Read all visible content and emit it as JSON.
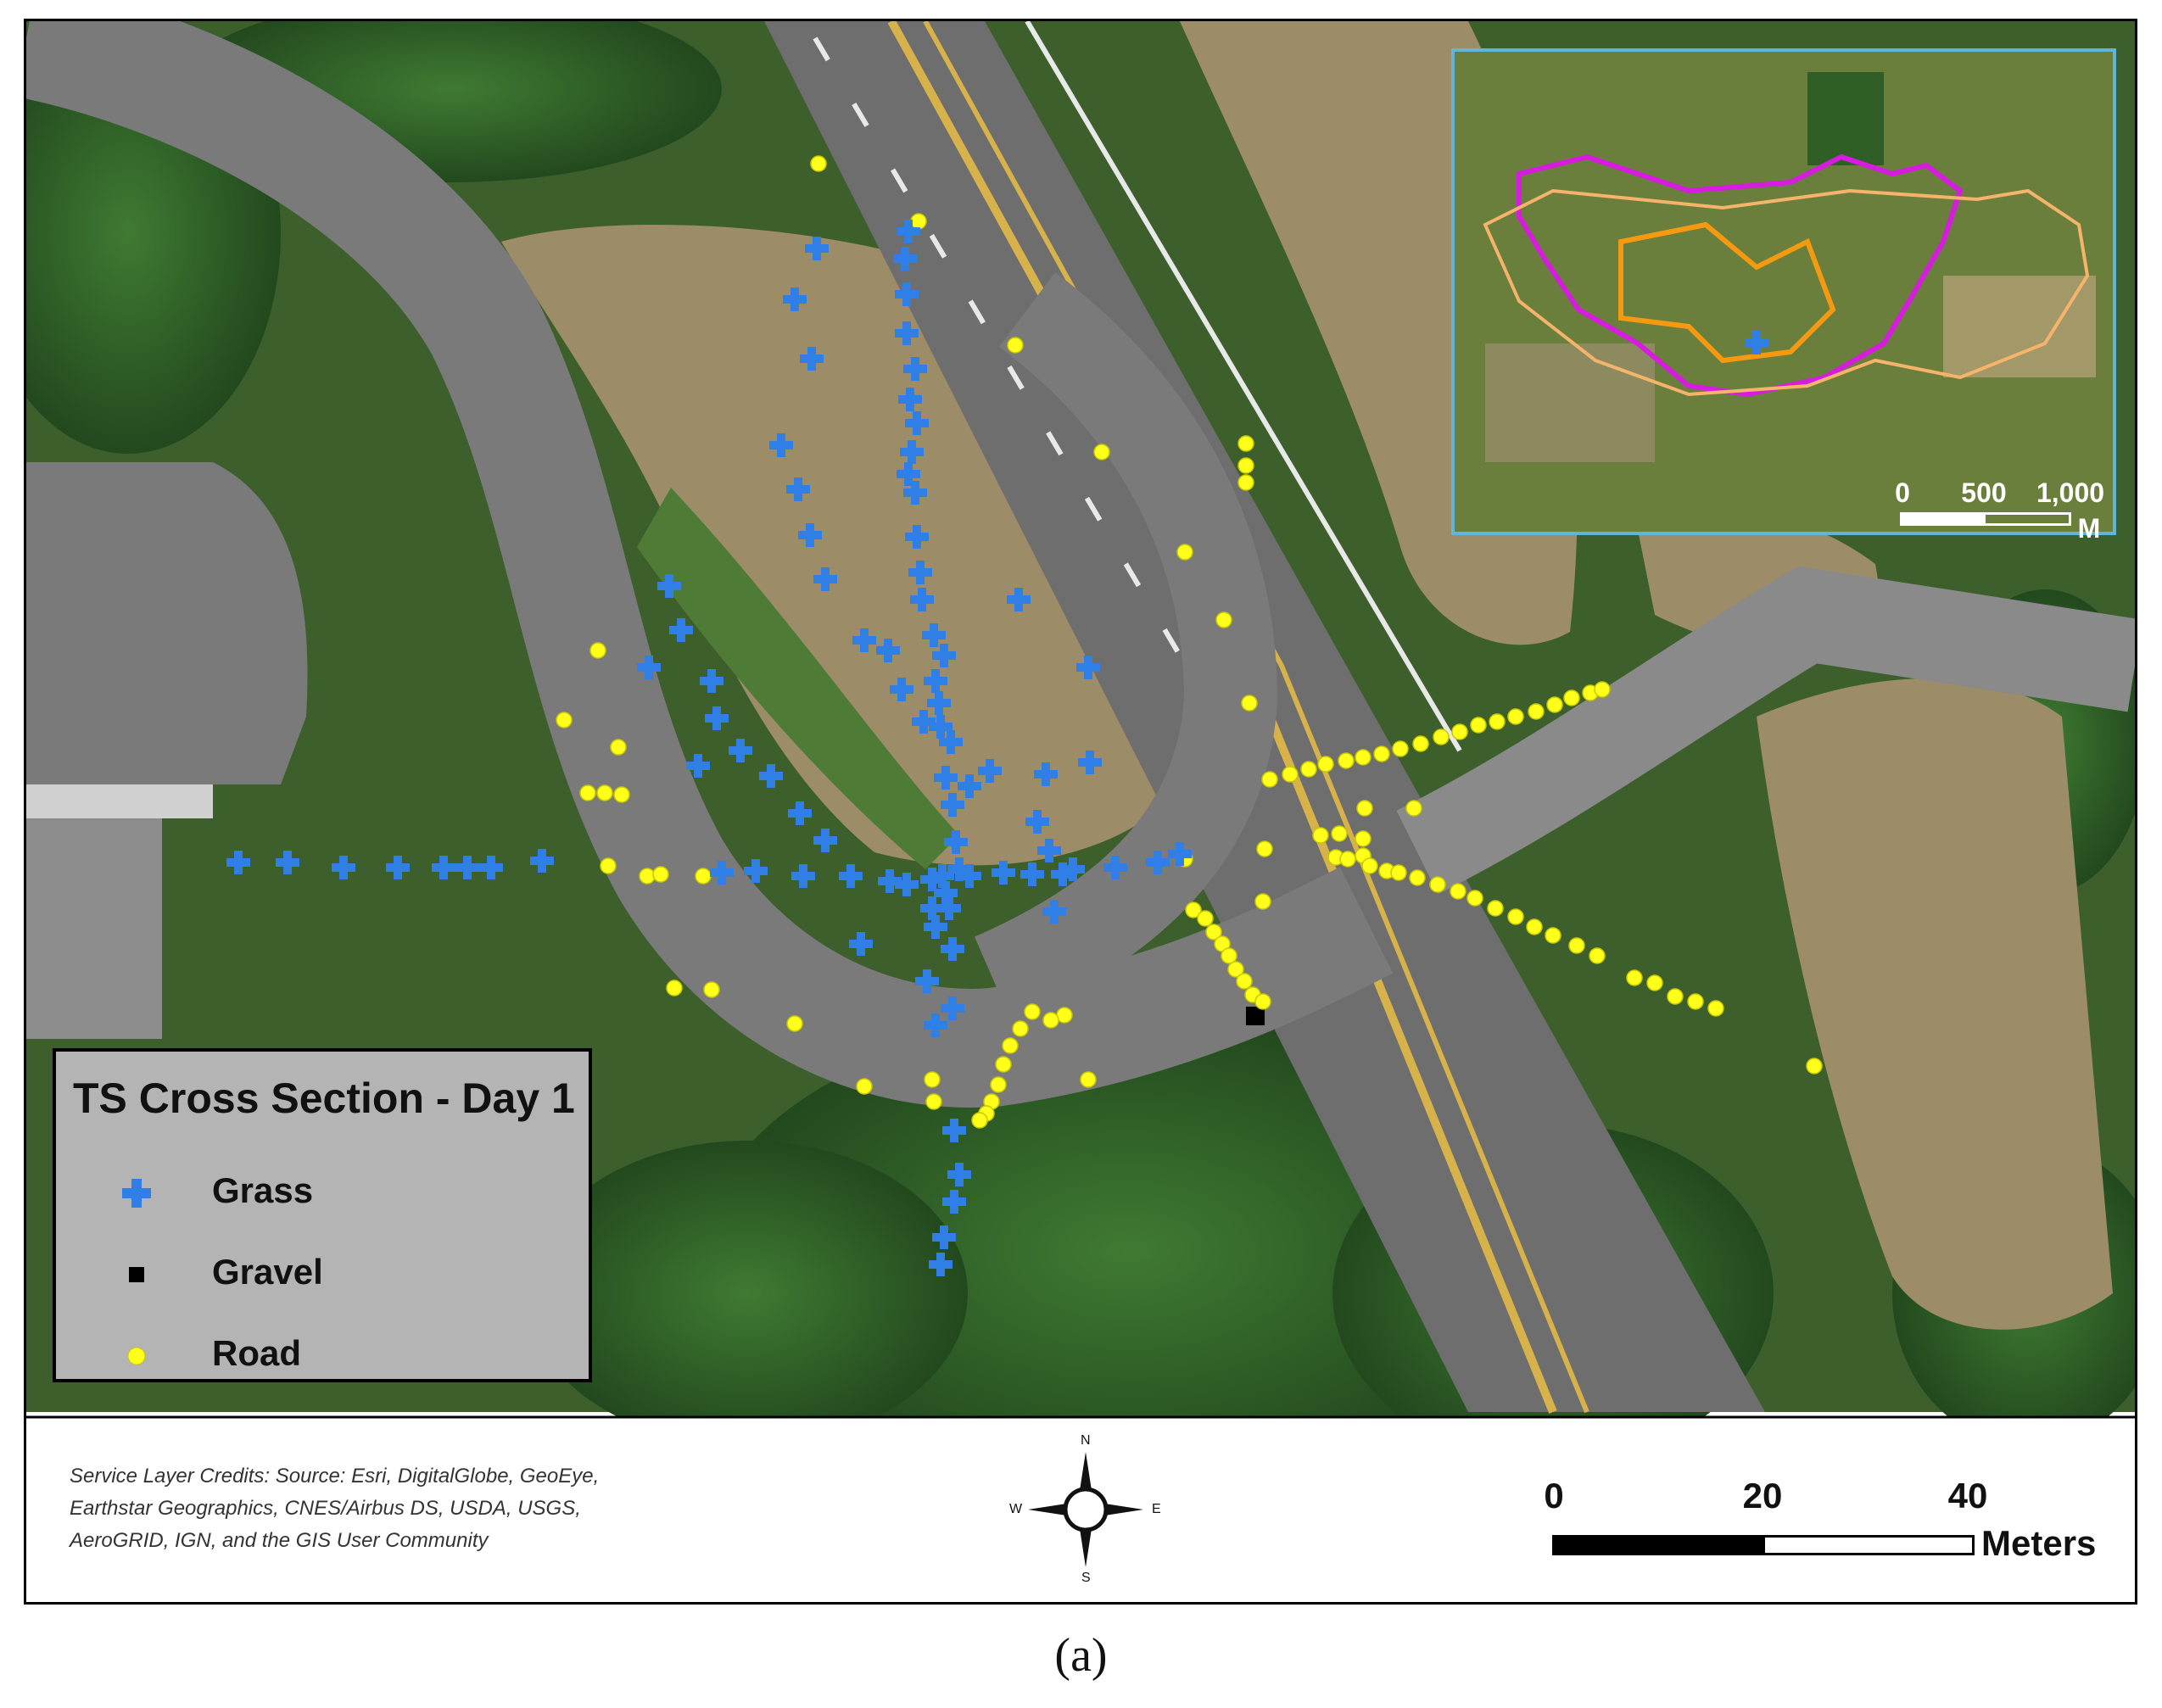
{
  "legend": {
    "title": "TS Cross Section - Day 1",
    "items": [
      {
        "label": "Grass",
        "symbol": "blue-cross-icon",
        "color": "#2f7fe6"
      },
      {
        "label": "Gravel",
        "symbol": "black-square-icon",
        "color": "#000000"
      },
      {
        "label": "Road",
        "symbol": "yellow-circle-icon",
        "color": "#ffff1a"
      }
    ]
  },
  "credits": {
    "lines": [
      "Service Layer Credits:  Source: Esri, DigitalGlobe, GeoEye,",
      "Earthstar Geographics, CNES/Airbus DS, USDA, USGS,",
      "AeroGRID, IGN, and the GIS User Community"
    ]
  },
  "compass": {
    "n": "N",
    "s": "S",
    "e": "E",
    "w": "W"
  },
  "scale_main": {
    "ticks": [
      "0",
      "20",
      "40"
    ],
    "unit": "Meters"
  },
  "inset": {
    "scale_ticks": [
      "0",
      "500",
      "1,000"
    ],
    "unit": "M"
  },
  "caption": "(a)",
  "colors": {
    "grass_marker": "#2f7fe6",
    "road_marker": "#ffff1a",
    "gravel_marker": "#000000",
    "watershed_outline": "#d81be0",
    "buffer_outline": "#f5b46a",
    "study_area_outline": "#f59a10"
  }
}
